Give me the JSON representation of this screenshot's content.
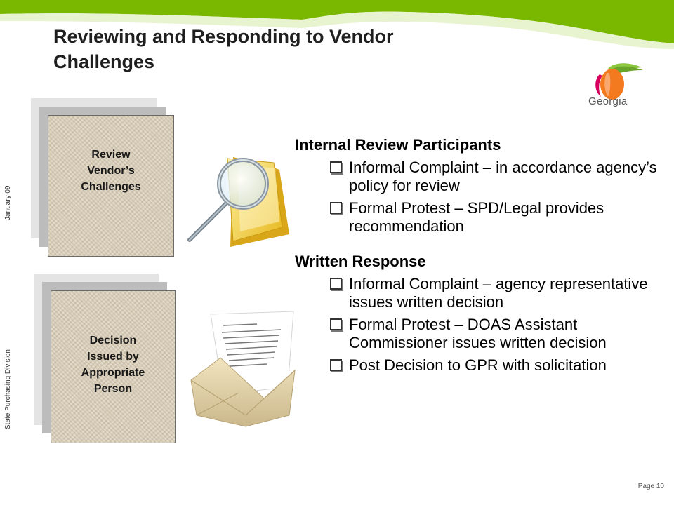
{
  "slide": {
    "title": "Reviewing and Responding to Vendor Challenges",
    "side_date": "January 09",
    "side_division": "State Purchasing Division",
    "page_number": "Page 10",
    "accent_color": "#7ab800"
  },
  "logo": {
    "text": "Georgia",
    "icon": "georgia-peach-logo"
  },
  "process": [
    {
      "label": "Review\nVendor’s\nChallenges",
      "icon": "magnifier-folder-icon"
    },
    {
      "label": "Decision\nIssued by\nAppropriate\nPerson",
      "icon": "envelope-letter-icon"
    }
  ],
  "sections": [
    {
      "heading": "Internal Review Participants",
      "bullets": [
        "Informal Complaint – in accordance agency’s policy for review",
        "Formal Protest – SPD/Legal provides recommendation"
      ]
    },
    {
      "heading": "Written Response",
      "bullets": [
        "Informal Complaint – agency representative issues written decision",
        "Formal Protest – DOAS Assistant Commissioner issues written decision",
        "Post Decision to GPR with solicitation"
      ]
    }
  ]
}
